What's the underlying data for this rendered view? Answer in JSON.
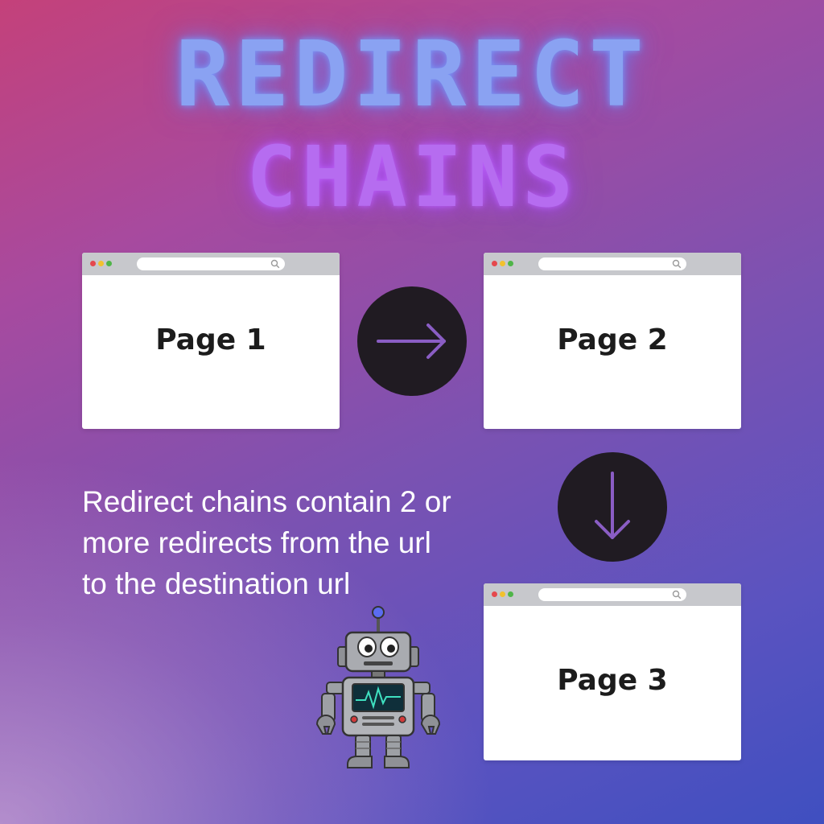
{
  "title": {
    "line1": "REDIRECT",
    "line2": "CHAINS"
  },
  "pages": [
    {
      "label": "Page 1"
    },
    {
      "label": "Page 2"
    },
    {
      "label": "Page 3"
    }
  ],
  "arrows": [
    {
      "icon": "arrow-right-icon"
    },
    {
      "icon": "arrow-down-icon"
    }
  ],
  "description": "Redirect chains contain 2 or more redirects from the url to the destination url",
  "illustration": {
    "icon": "robot-icon"
  },
  "colors": {
    "title_line1": "#8aa2f2",
    "title_line2": "#b66cf0",
    "arrow_circle": "#201b22",
    "arrow_stroke": "#8a5dc4",
    "browser_bar": "#c7c8cc"
  }
}
